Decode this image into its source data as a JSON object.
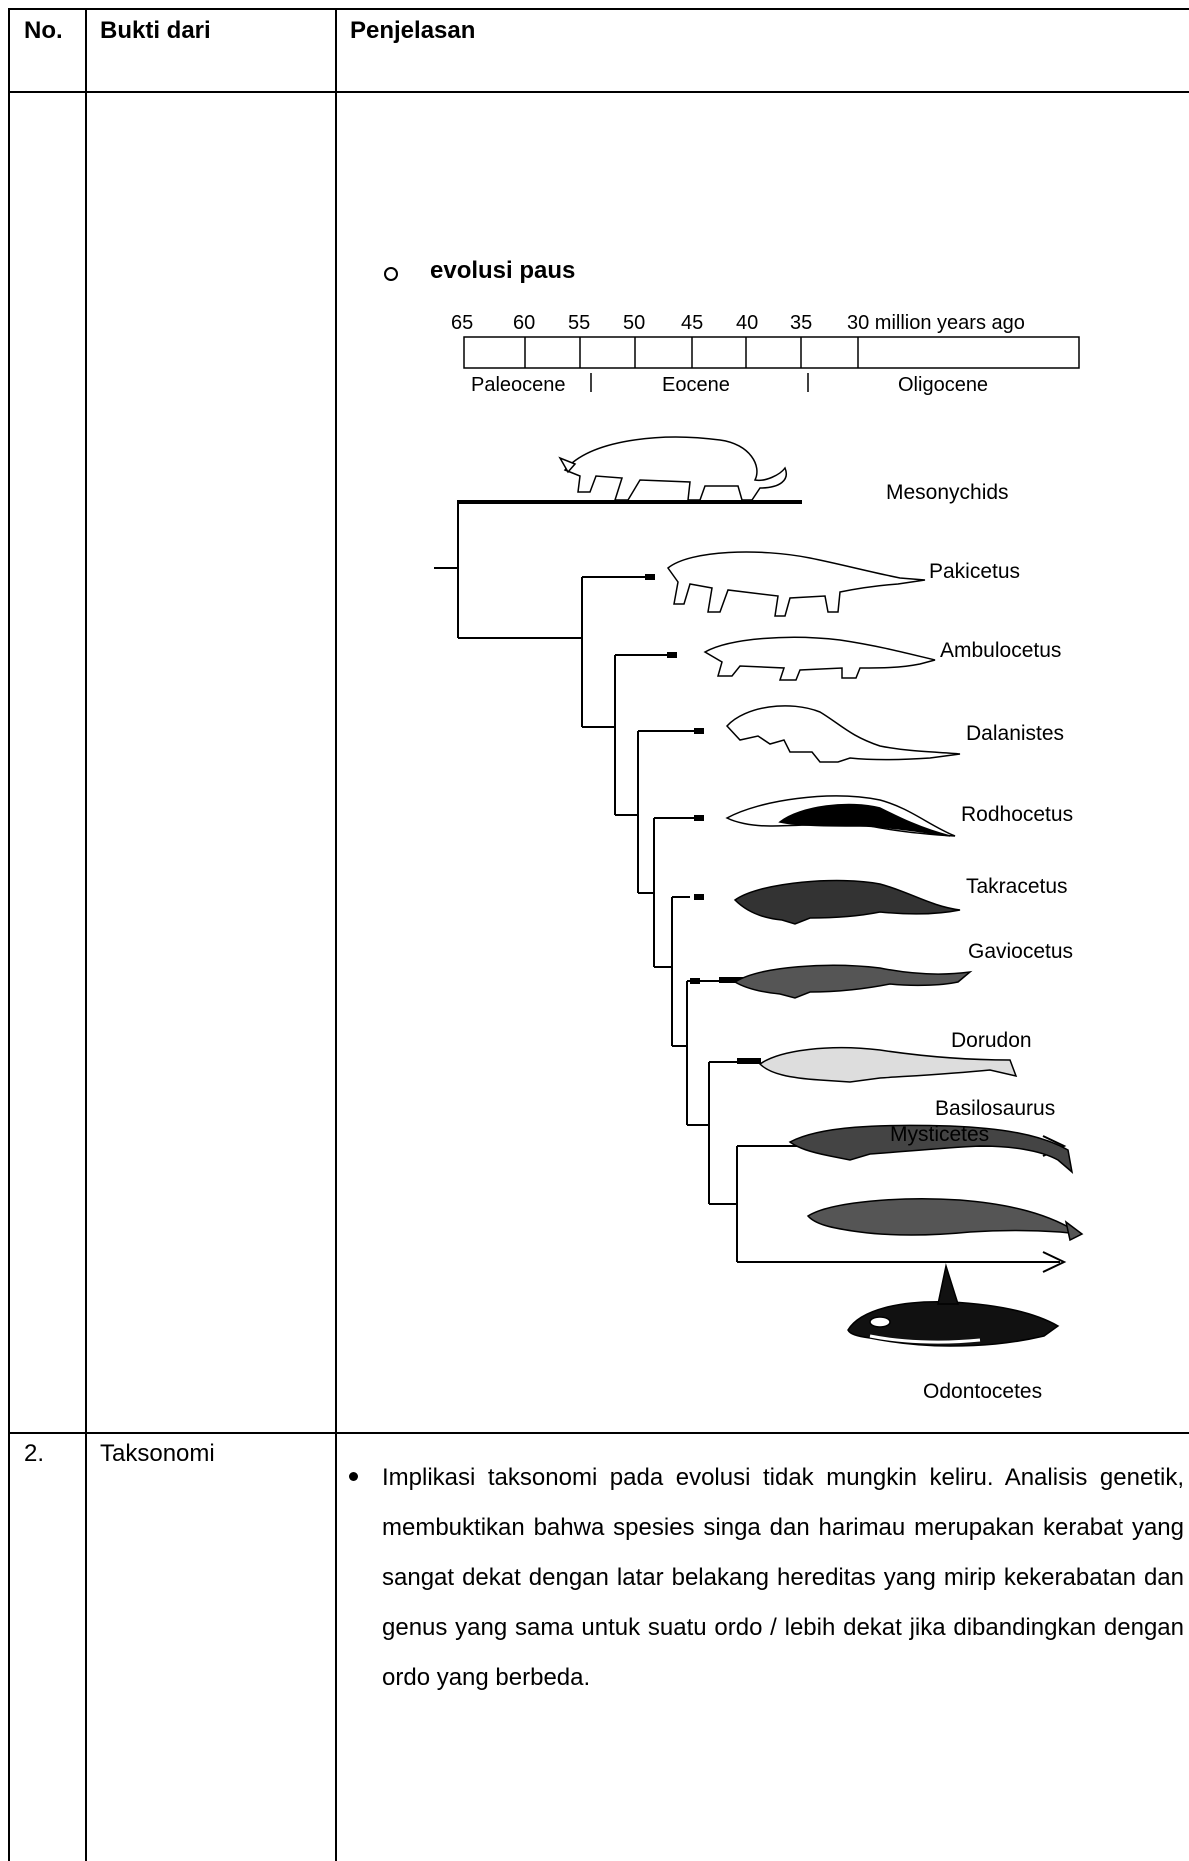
{
  "table": {
    "headers": {
      "no": "No.",
      "bukti": "Bukti dari",
      "penjelasan": "Penjelasan"
    }
  },
  "row1": {
    "subtitle": "evolusi paus",
    "figure": {
      "timescale_numbers": [
        "65",
        "60",
        "55",
        "50",
        "45",
        "40",
        "35",
        "30 million years ago"
      ],
      "epochs": [
        "Paleocene",
        "Eocene",
        "Oligocene"
      ],
      "taxa": [
        "Mesonychids",
        "Pakicetus",
        "Ambulocetus",
        "Dalanistes",
        "Rodhocetus",
        "Takracetus",
        "Gaviocetus",
        "Dorudon",
        "Basilosaurus",
        "Mysticetes",
        "Odontocetes"
      ]
    }
  },
  "row2": {
    "no": "2.",
    "bukti": "Taksonomi",
    "penjelasan": "Implikasi taksonomi pada evolusi tidak mungkin keliru. Analisis genetik, membuktikan bahwa spesies singa dan harimau merupakan kerabat yang sangat dekat dengan latar belakang hereditas yang mirip kekerabatan dan genus yang sama untuk suatu ordo / lebih dekat jika dibandingkan dengan ordo yang berbeda."
  }
}
